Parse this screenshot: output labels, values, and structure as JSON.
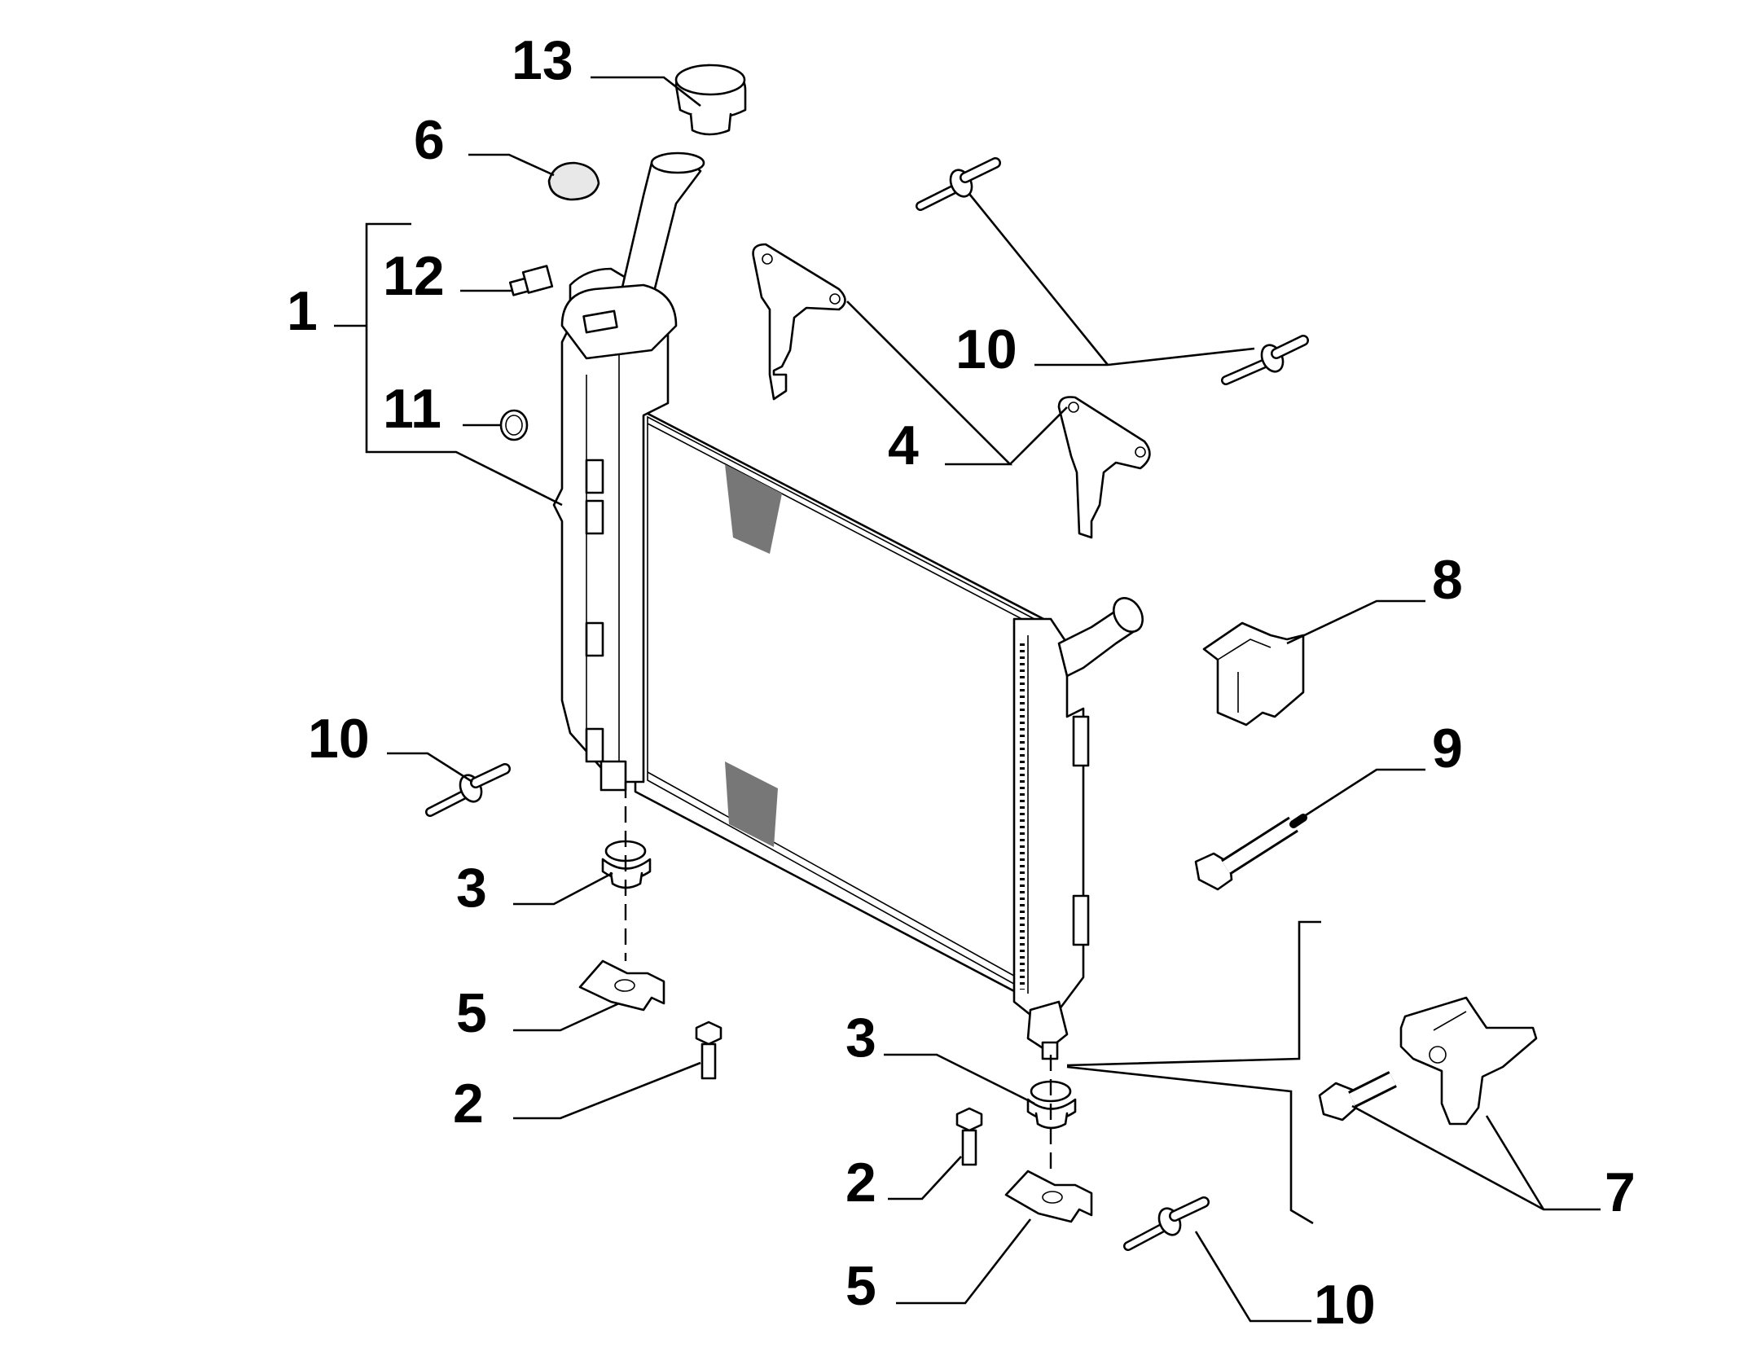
{
  "callouts": [
    {
      "id": "c13",
      "text": "13"
    },
    {
      "id": "c6",
      "text": "6"
    },
    {
      "id": "c12",
      "text": "12"
    },
    {
      "id": "c1",
      "text": "1"
    },
    {
      "id": "c11",
      "text": "11"
    },
    {
      "id": "c10a",
      "text": "10"
    },
    {
      "id": "c4",
      "text": "4"
    },
    {
      "id": "c8",
      "text": "8"
    },
    {
      "id": "c9",
      "text": "9"
    },
    {
      "id": "c10b",
      "text": "10"
    },
    {
      "id": "c3a",
      "text": "3"
    },
    {
      "id": "c5a",
      "text": "5"
    },
    {
      "id": "c2a",
      "text": "2"
    },
    {
      "id": "c3b",
      "text": "3"
    },
    {
      "id": "c2b",
      "text": "2"
    },
    {
      "id": "c5b",
      "text": "5"
    },
    {
      "id": "c10c",
      "text": "10"
    },
    {
      "id": "c7",
      "text": "7"
    }
  ]
}
